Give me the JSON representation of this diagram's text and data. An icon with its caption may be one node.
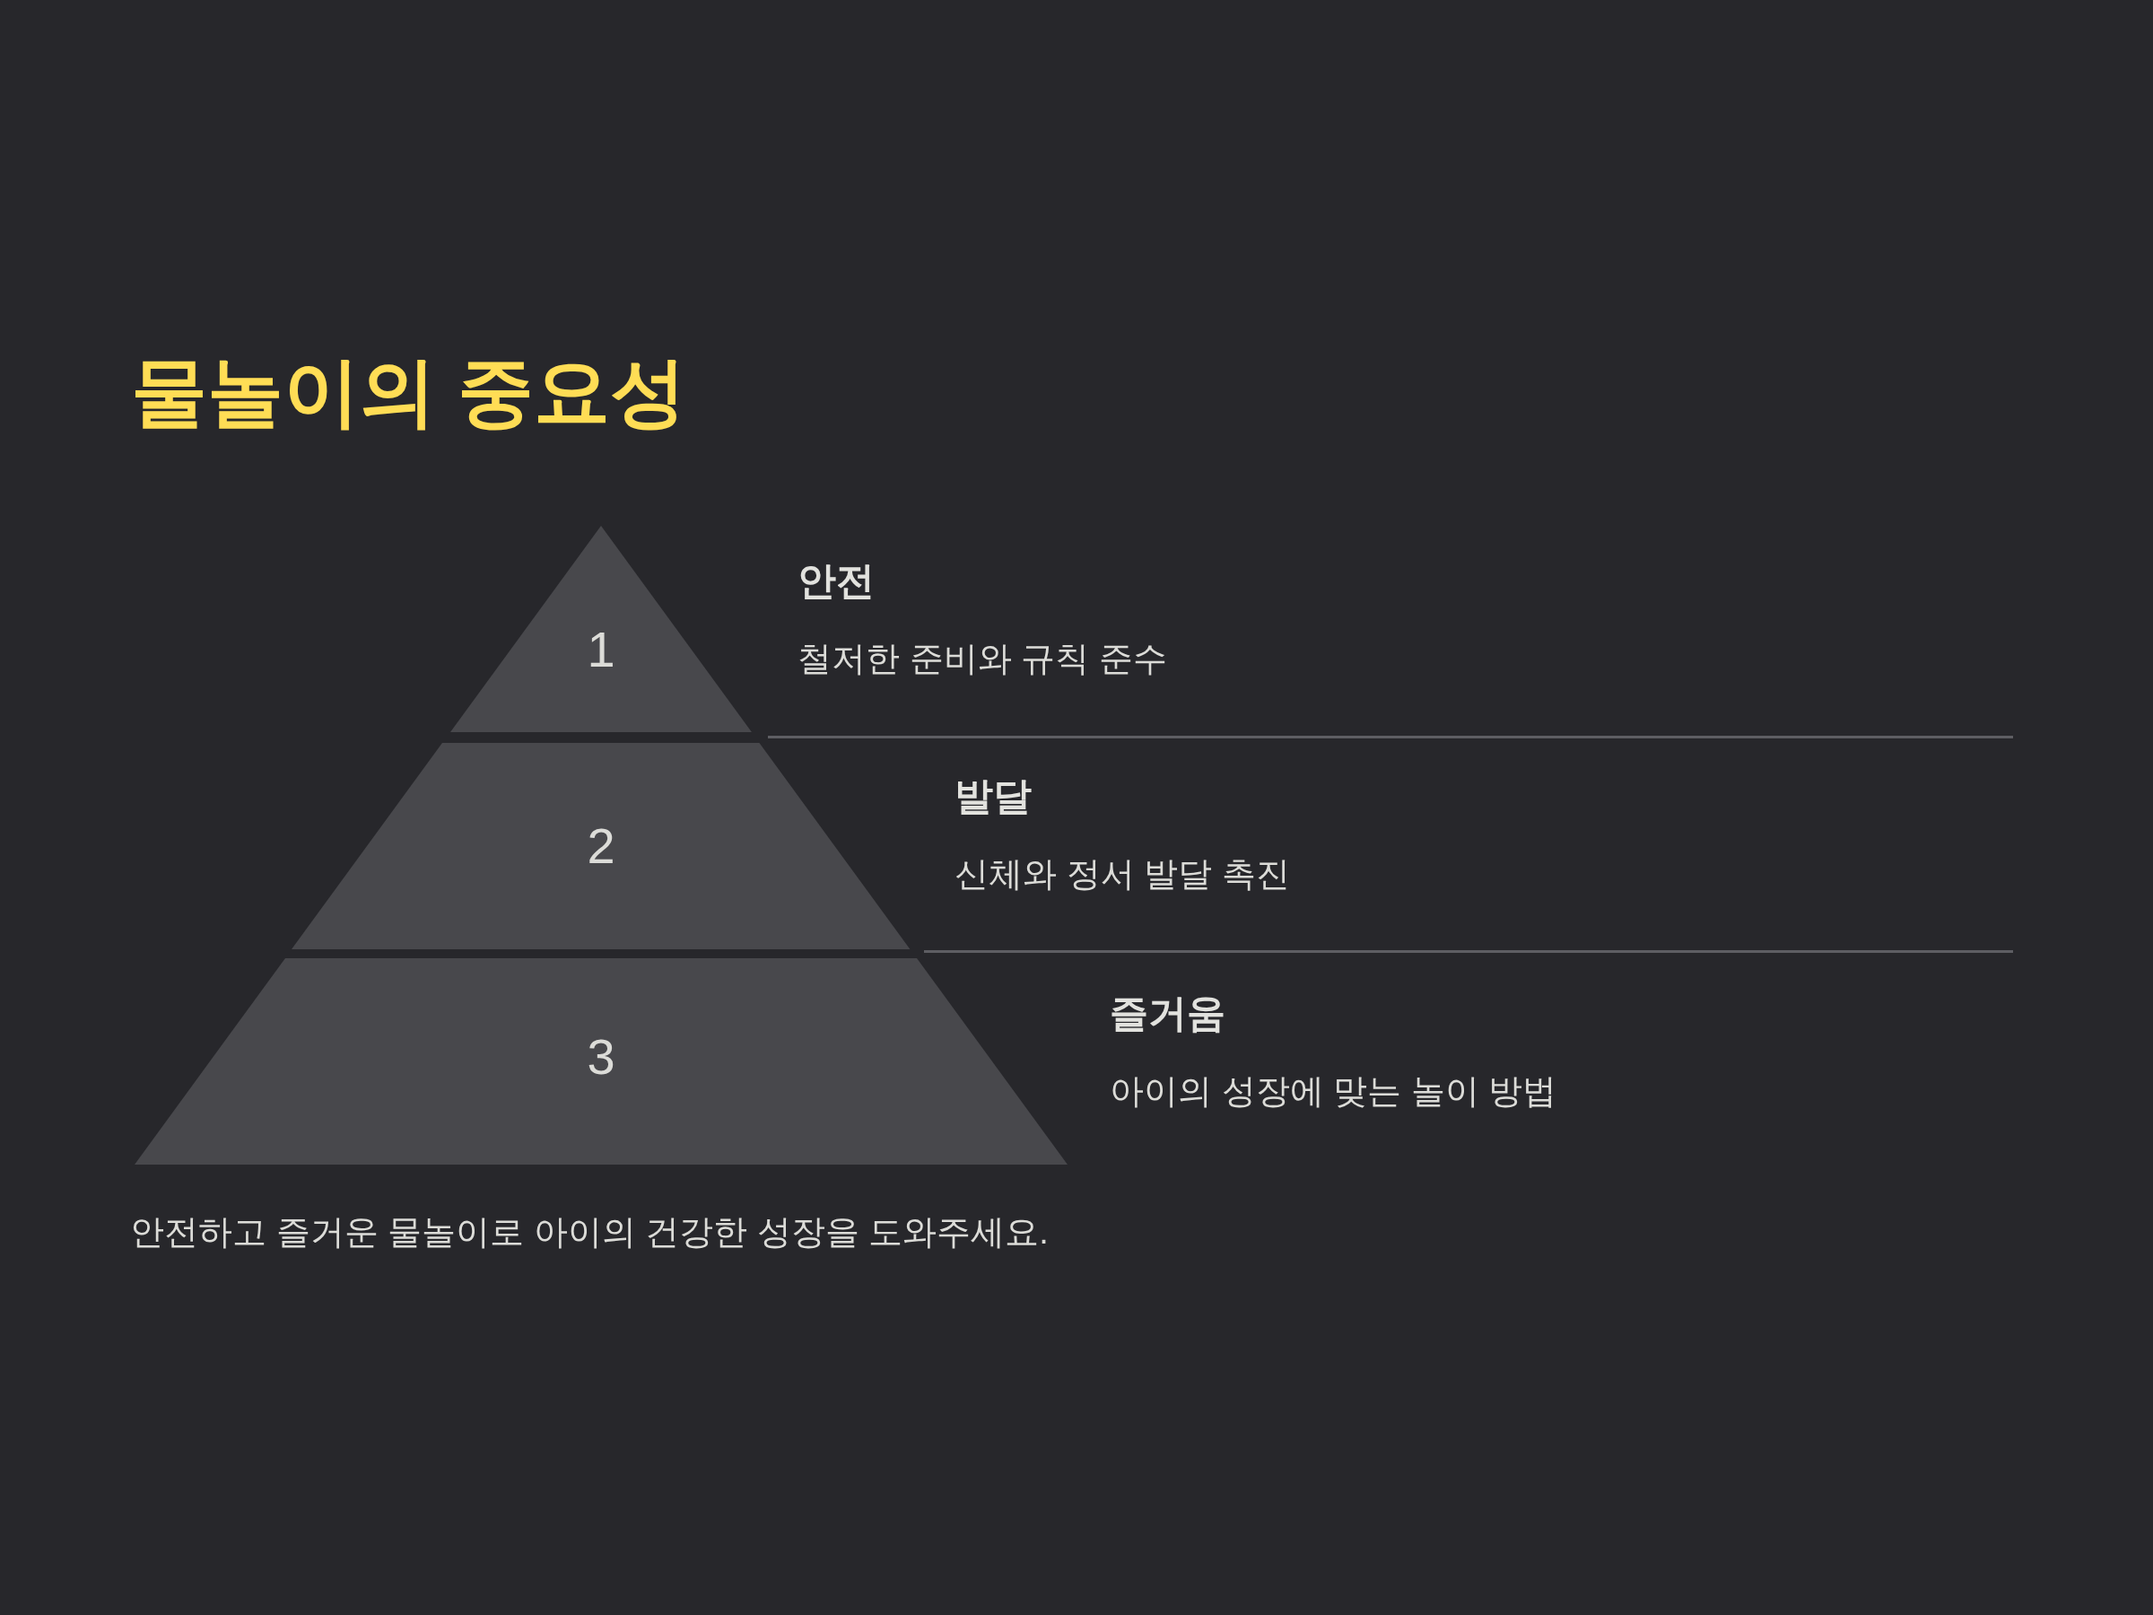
{
  "diagram": {
    "title": "물놀이의 중요성",
    "caption": "안전하고 즐거운 물놀이로 아이의 건강한 성장을 도와주세요.",
    "nodes": [
      {
        "text": [
          "1"
        ],
        "beside": [
          "안전",
          "철저한 준비와 규칙 준수"
        ]
      },
      {
        "text": [
          "2"
        ],
        "beside": [
          "발달",
          "신체와 정서 발달 촉진"
        ]
      },
      {
        "text": [
          "3"
        ],
        "beside": [
          "즐거움",
          "아이의 성장에 맞는 놀이 방법"
        ]
      }
    ]
  }
}
